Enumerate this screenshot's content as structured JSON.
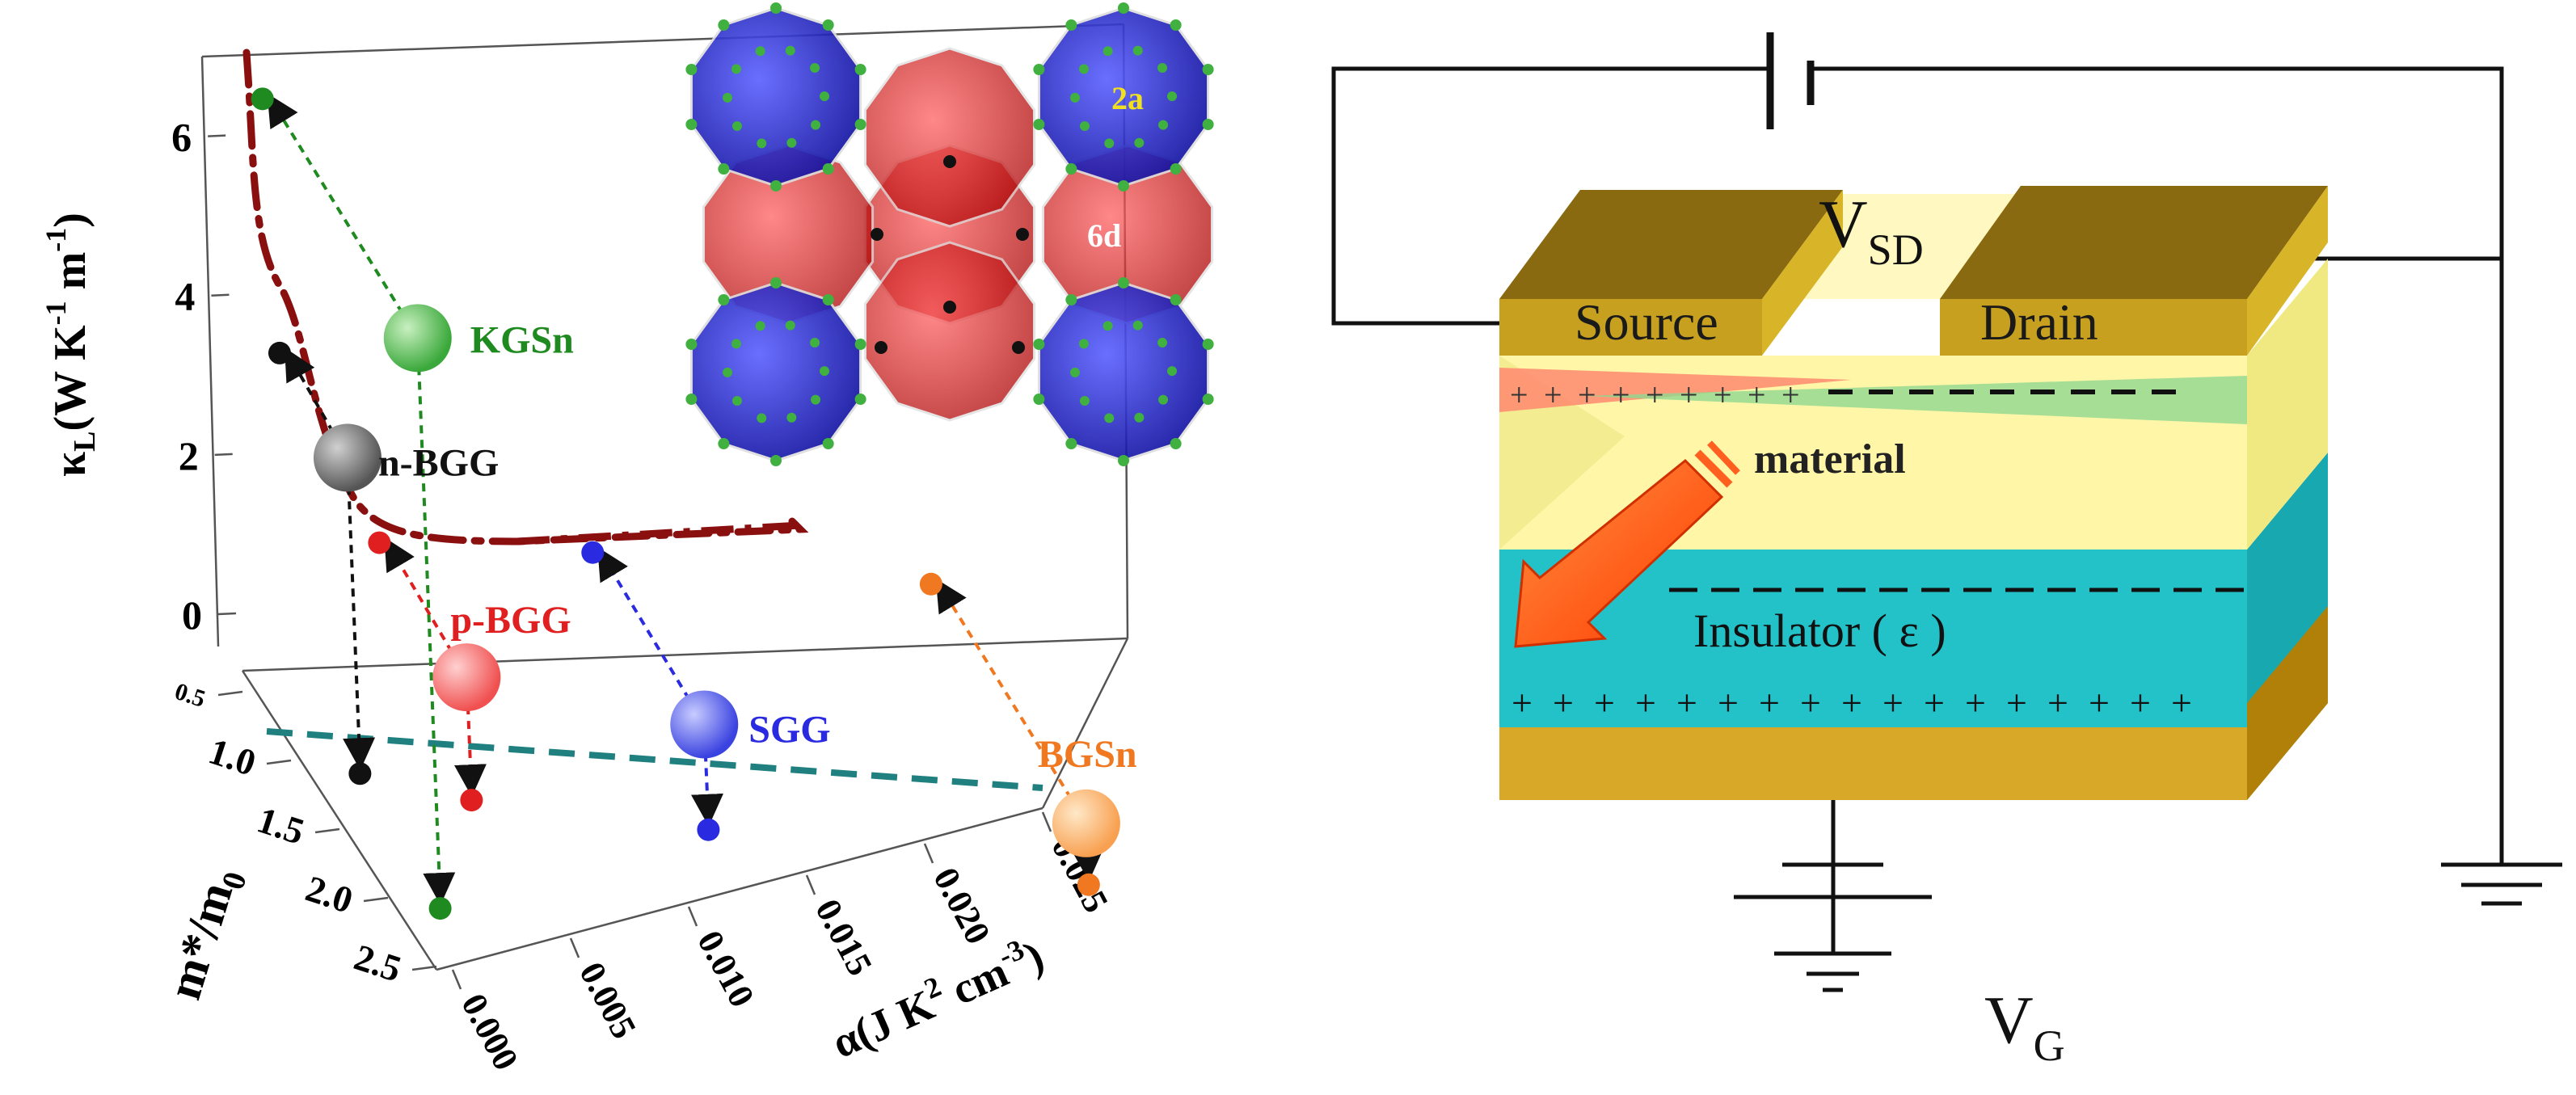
{
  "chart_data": {
    "type": "scatter",
    "projection": "3d",
    "zlabel_main": "κ",
    "zlabel_sub": "L",
    "zlabel_units": "(W K",
    "zlabel_sup1": "-1",
    "zlabel_mid": " m",
    "zlabel_sup2": "-1",
    "zlabel_close": ")",
    "xlabel_main": "α(J K",
    "xlabel_sup1": "2",
    "xlabel_mid": " cm",
    "xlabel_sup2": "-3",
    "xlabel_close": ")",
    "ylabel": "m*/m",
    "ylabel_sub": "0",
    "z_ticks": [
      "0",
      "2",
      "4",
      "6"
    ],
    "x_ticks": [
      "0.000",
      "0.005",
      "0.010",
      "0.015",
      "0.020",
      "0.025"
    ],
    "y_ticks": [
      "0.5",
      "1.0",
      "1.5",
      "2.0",
      "2.5"
    ],
    "xlim": [
      0,
      0.025
    ],
    "ylim": [
      0.5,
      2.5
    ],
    "zlim": [
      0,
      7
    ],
    "series": [
      {
        "name": "KGSn",
        "color": "#3aa83a",
        "label_color": "#1f8a1f",
        "x": 0.0012,
        "y": 2.1,
        "z": 6.5
      },
      {
        "name": "n-BGG",
        "color": "#666666",
        "label_color": "#111111",
        "x": 0.0014,
        "y": 1.2,
        "z": 3.6
      },
      {
        "name": "p-BGG",
        "color": "#f06060",
        "label_color": "#e02020",
        "x": 0.004,
        "y": 1.4,
        "z": 1.4
      },
      {
        "name": "SGG",
        "color": "#4a52e8",
        "label_color": "#2a2ae0",
        "x": 0.01,
        "y": 1.65,
        "z": 1.2
      },
      {
        "name": "BGSn",
        "color": "#f8a860",
        "label_color": "#f07820",
        "x": 0.0195,
        "y": 2.1,
        "z": 0.7
      }
    ],
    "grid": false,
    "legend": "none"
  },
  "inset": {
    "site_labels": [
      "2a",
      "6d"
    ],
    "colors": {
      "cage_2a": "#2020d0",
      "cage_6d": "#e01818",
      "atom": "#40b040"
    }
  },
  "circuit": {
    "labels": {
      "source": "Source",
      "drain": "Drain",
      "material": "material",
      "insulator": "Insulator ( ε )",
      "vsd_main": "V",
      "vsd_sub": "SD",
      "vg_main": "V",
      "vg_sub": "G"
    },
    "colors": {
      "electrode": "#c8a020",
      "material": "#fff5a0",
      "insulator": "#20c0c8",
      "gate": "#d8a820",
      "arrow": "#ff5010"
    }
  }
}
